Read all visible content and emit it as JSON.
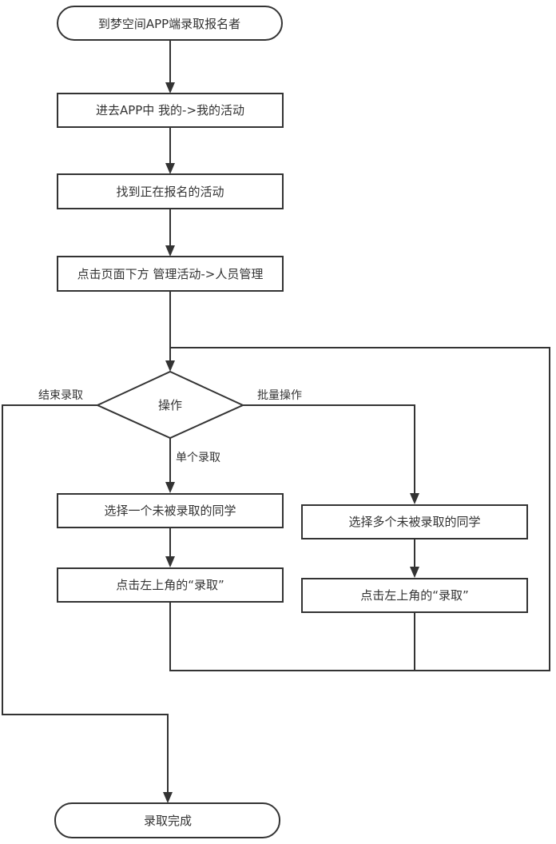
{
  "diagram": {
    "type": "flowchart",
    "nodes": {
      "start": {
        "label": "到梦空间APP端录取报名者",
        "shape": "terminal"
      },
      "enter_app": {
        "label": "进去APP中  我的->我的活动",
        "shape": "process"
      },
      "find_activity": {
        "label": "找到正在报名的活动",
        "shape": "process"
      },
      "manage_people": {
        "label": "点击页面下方  管理活动->人员管理",
        "shape": "process"
      },
      "operation": {
        "label": "操作",
        "shape": "decision"
      },
      "select_one": {
        "label": "选择一个未被录取的同学",
        "shape": "process"
      },
      "click_admit_single": {
        "label": "点击左上角的“录取”",
        "shape": "process"
      },
      "select_many": {
        "label": "选择多个未被录取的同学",
        "shape": "process"
      },
      "click_admit_batch": {
        "label": "点击左上角的“录取”",
        "shape": "process"
      },
      "end": {
        "label": "录取完成",
        "shape": "terminal"
      }
    },
    "edges": [
      {
        "from": "start",
        "to": "enter_app",
        "label": ""
      },
      {
        "from": "enter_app",
        "to": "find_activity",
        "label": ""
      },
      {
        "from": "find_activity",
        "to": "manage_people",
        "label": ""
      },
      {
        "from": "manage_people",
        "to": "operation",
        "label": ""
      },
      {
        "from": "operation",
        "to": "select_one",
        "label": "单个录取"
      },
      {
        "from": "operation",
        "to": "select_many",
        "label": "批量操作"
      },
      {
        "from": "operation",
        "to": "end",
        "label": "结束录取"
      },
      {
        "from": "select_one",
        "to": "click_admit_single",
        "label": ""
      },
      {
        "from": "select_many",
        "to": "click_admit_batch",
        "label": ""
      },
      {
        "from": "click_admit_single",
        "to": "operation",
        "label": ""
      },
      {
        "from": "click_admit_batch",
        "to": "operation",
        "label": ""
      }
    ],
    "edge_labels": {
      "single": "单个录取",
      "batch": "批量操作",
      "finish": "结束录取"
    },
    "colors": {
      "stroke": "#333333",
      "fill": "#ffffff",
      "text": "#333333"
    }
  }
}
